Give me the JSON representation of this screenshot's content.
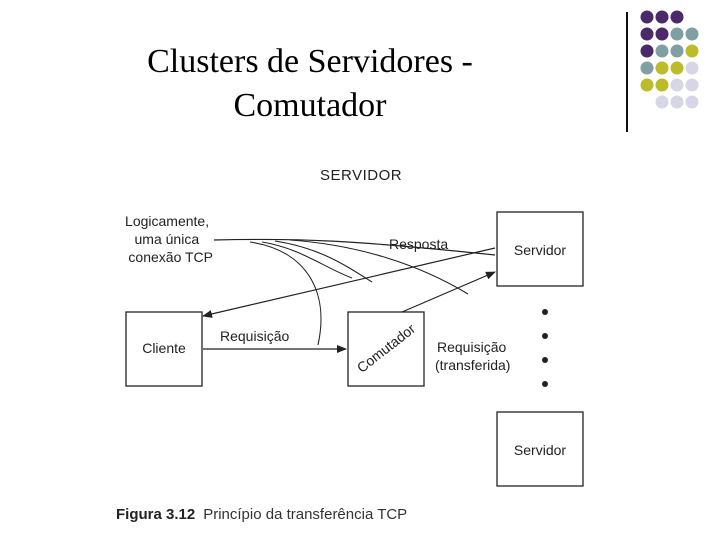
{
  "slide": {
    "title_line1": "Clusters de Servidores -",
    "title_line2": "Comutador"
  },
  "diagram": {
    "heading": "SERVIDOR",
    "tcp_note": [
      "Logicamente,",
      "uma única",
      "conexão TCP"
    ],
    "client_label": "Cliente",
    "switch_label": "Comutador",
    "server_top_label": "Servidor",
    "server_bottom_label": "Servidor",
    "request_label": "Requisição",
    "response_label": "Resposta",
    "forwarded_label_line1": "Requisição",
    "forwarded_label_line2": "(transferida)"
  },
  "caption": {
    "figure": "Figura 3.12",
    "text": "Princípio da transferência TCP"
  },
  "colors": {
    "purple": "#4b2a6b",
    "teal": "#7f9fa2",
    "olive": "#bcbc2a",
    "lavender": "#d6d6e6",
    "line": "#222222"
  }
}
